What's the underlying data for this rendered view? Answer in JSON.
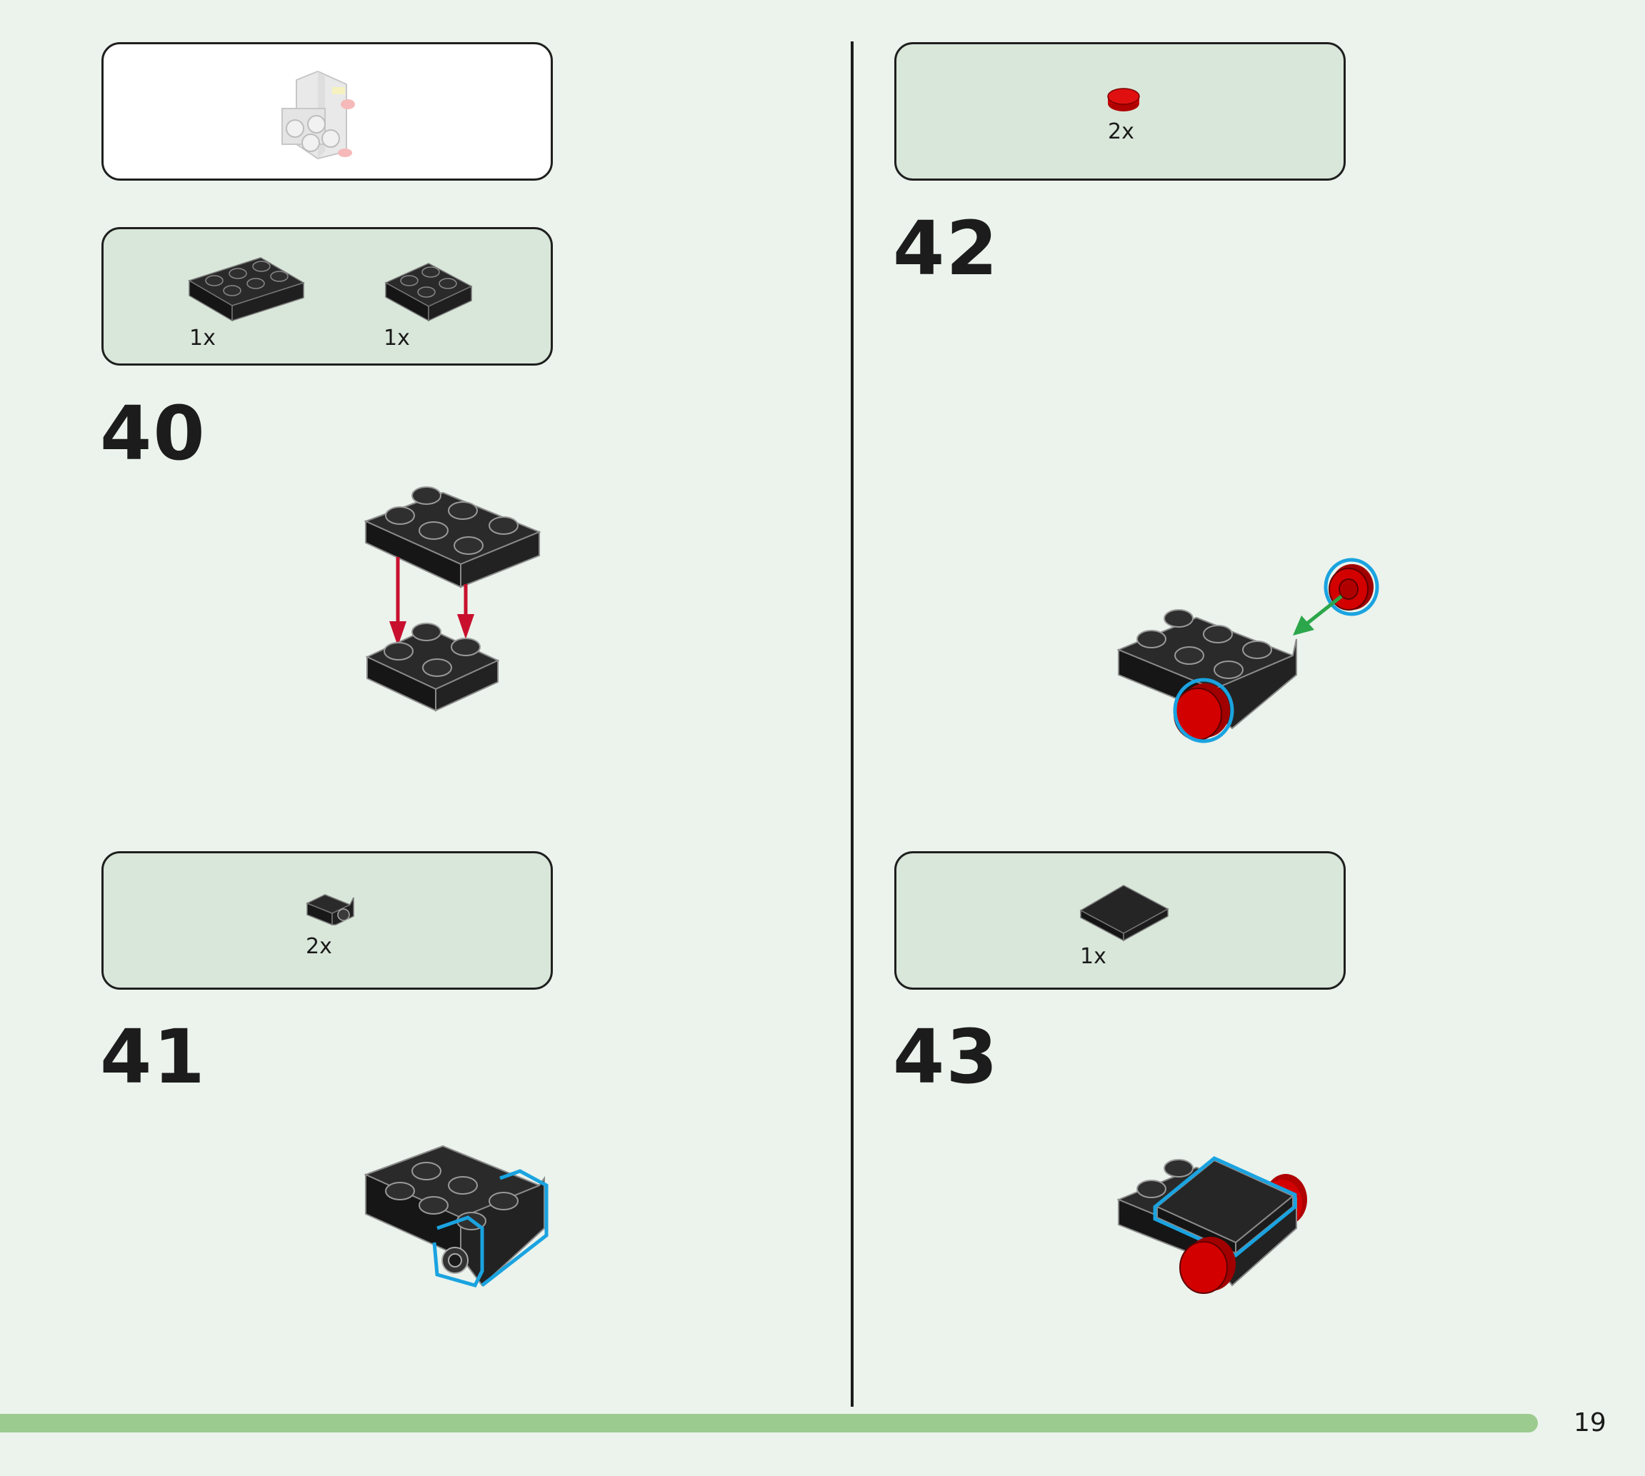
{
  "steps": {
    "s40": {
      "number": "40",
      "parts": [
        {
          "qty": "1x",
          "icon": "black-plate-2x3"
        },
        {
          "qty": "1x",
          "icon": "black-plate-2x2"
        }
      ]
    },
    "s41": {
      "number": "41",
      "parts": [
        {
          "qty": "2x",
          "icon": "black-bracket-with-pin-hole"
        }
      ]
    },
    "s42": {
      "number": "42",
      "parts": [
        {
          "qty": "2x",
          "icon": "red-round-tile"
        }
      ]
    },
    "s43": {
      "number": "43",
      "parts": [
        {
          "qty": "1x",
          "icon": "black-tile-2x2"
        }
      ]
    }
  },
  "overview": {
    "icon": "grey-model-preview"
  },
  "footer": {
    "page_number": "19"
  },
  "colors": {
    "background": "#ebf3ec",
    "parts_box": "#d9e7da",
    "progress_bar": "#9ccb8f",
    "brick": "#1e1e1e",
    "red_part": "#d10000",
    "arrow_red": "#c8102e",
    "arrow_green": "#2ca64a",
    "highlight": "#1aa3e0"
  }
}
